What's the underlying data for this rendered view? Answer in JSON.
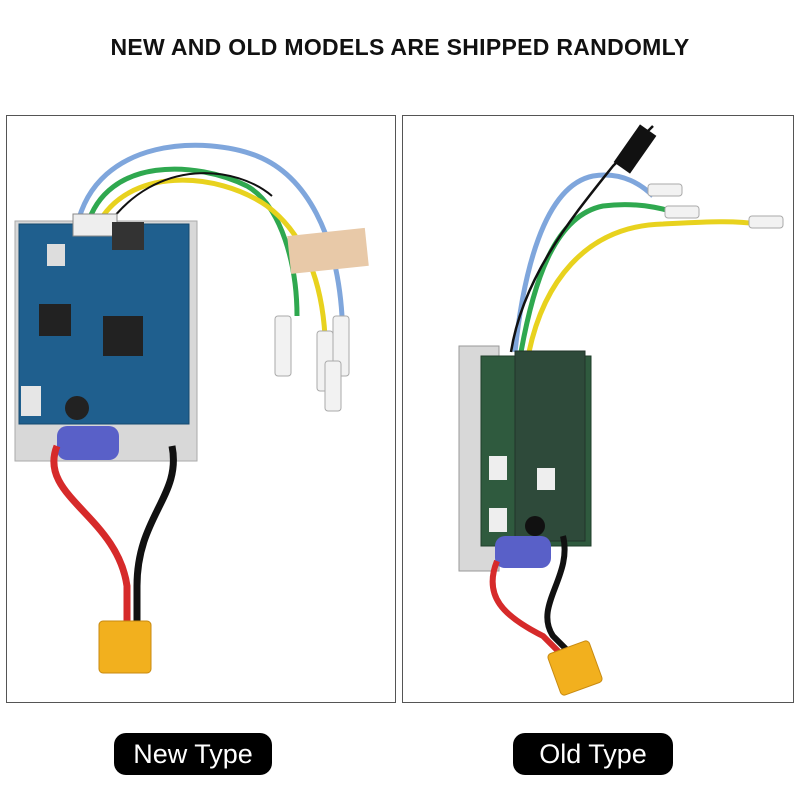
{
  "banner": {
    "text": "NEW AND OLD MODELS ARE SHIPPED RANDOMLY"
  },
  "panels": [
    {
      "label": "New Type"
    },
    {
      "label": "Old Type"
    }
  ],
  "colors": {
    "new_pcb": "#1f5f8e",
    "old_pcb": "#2f5a3e",
    "wire_blue": "#7fa6dc",
    "wire_green": "#2fa84f",
    "wire_yellow": "#e8d21e",
    "wire_black": "#111111",
    "wire_red": "#d62a2a",
    "connector": "#f2b01e"
  }
}
